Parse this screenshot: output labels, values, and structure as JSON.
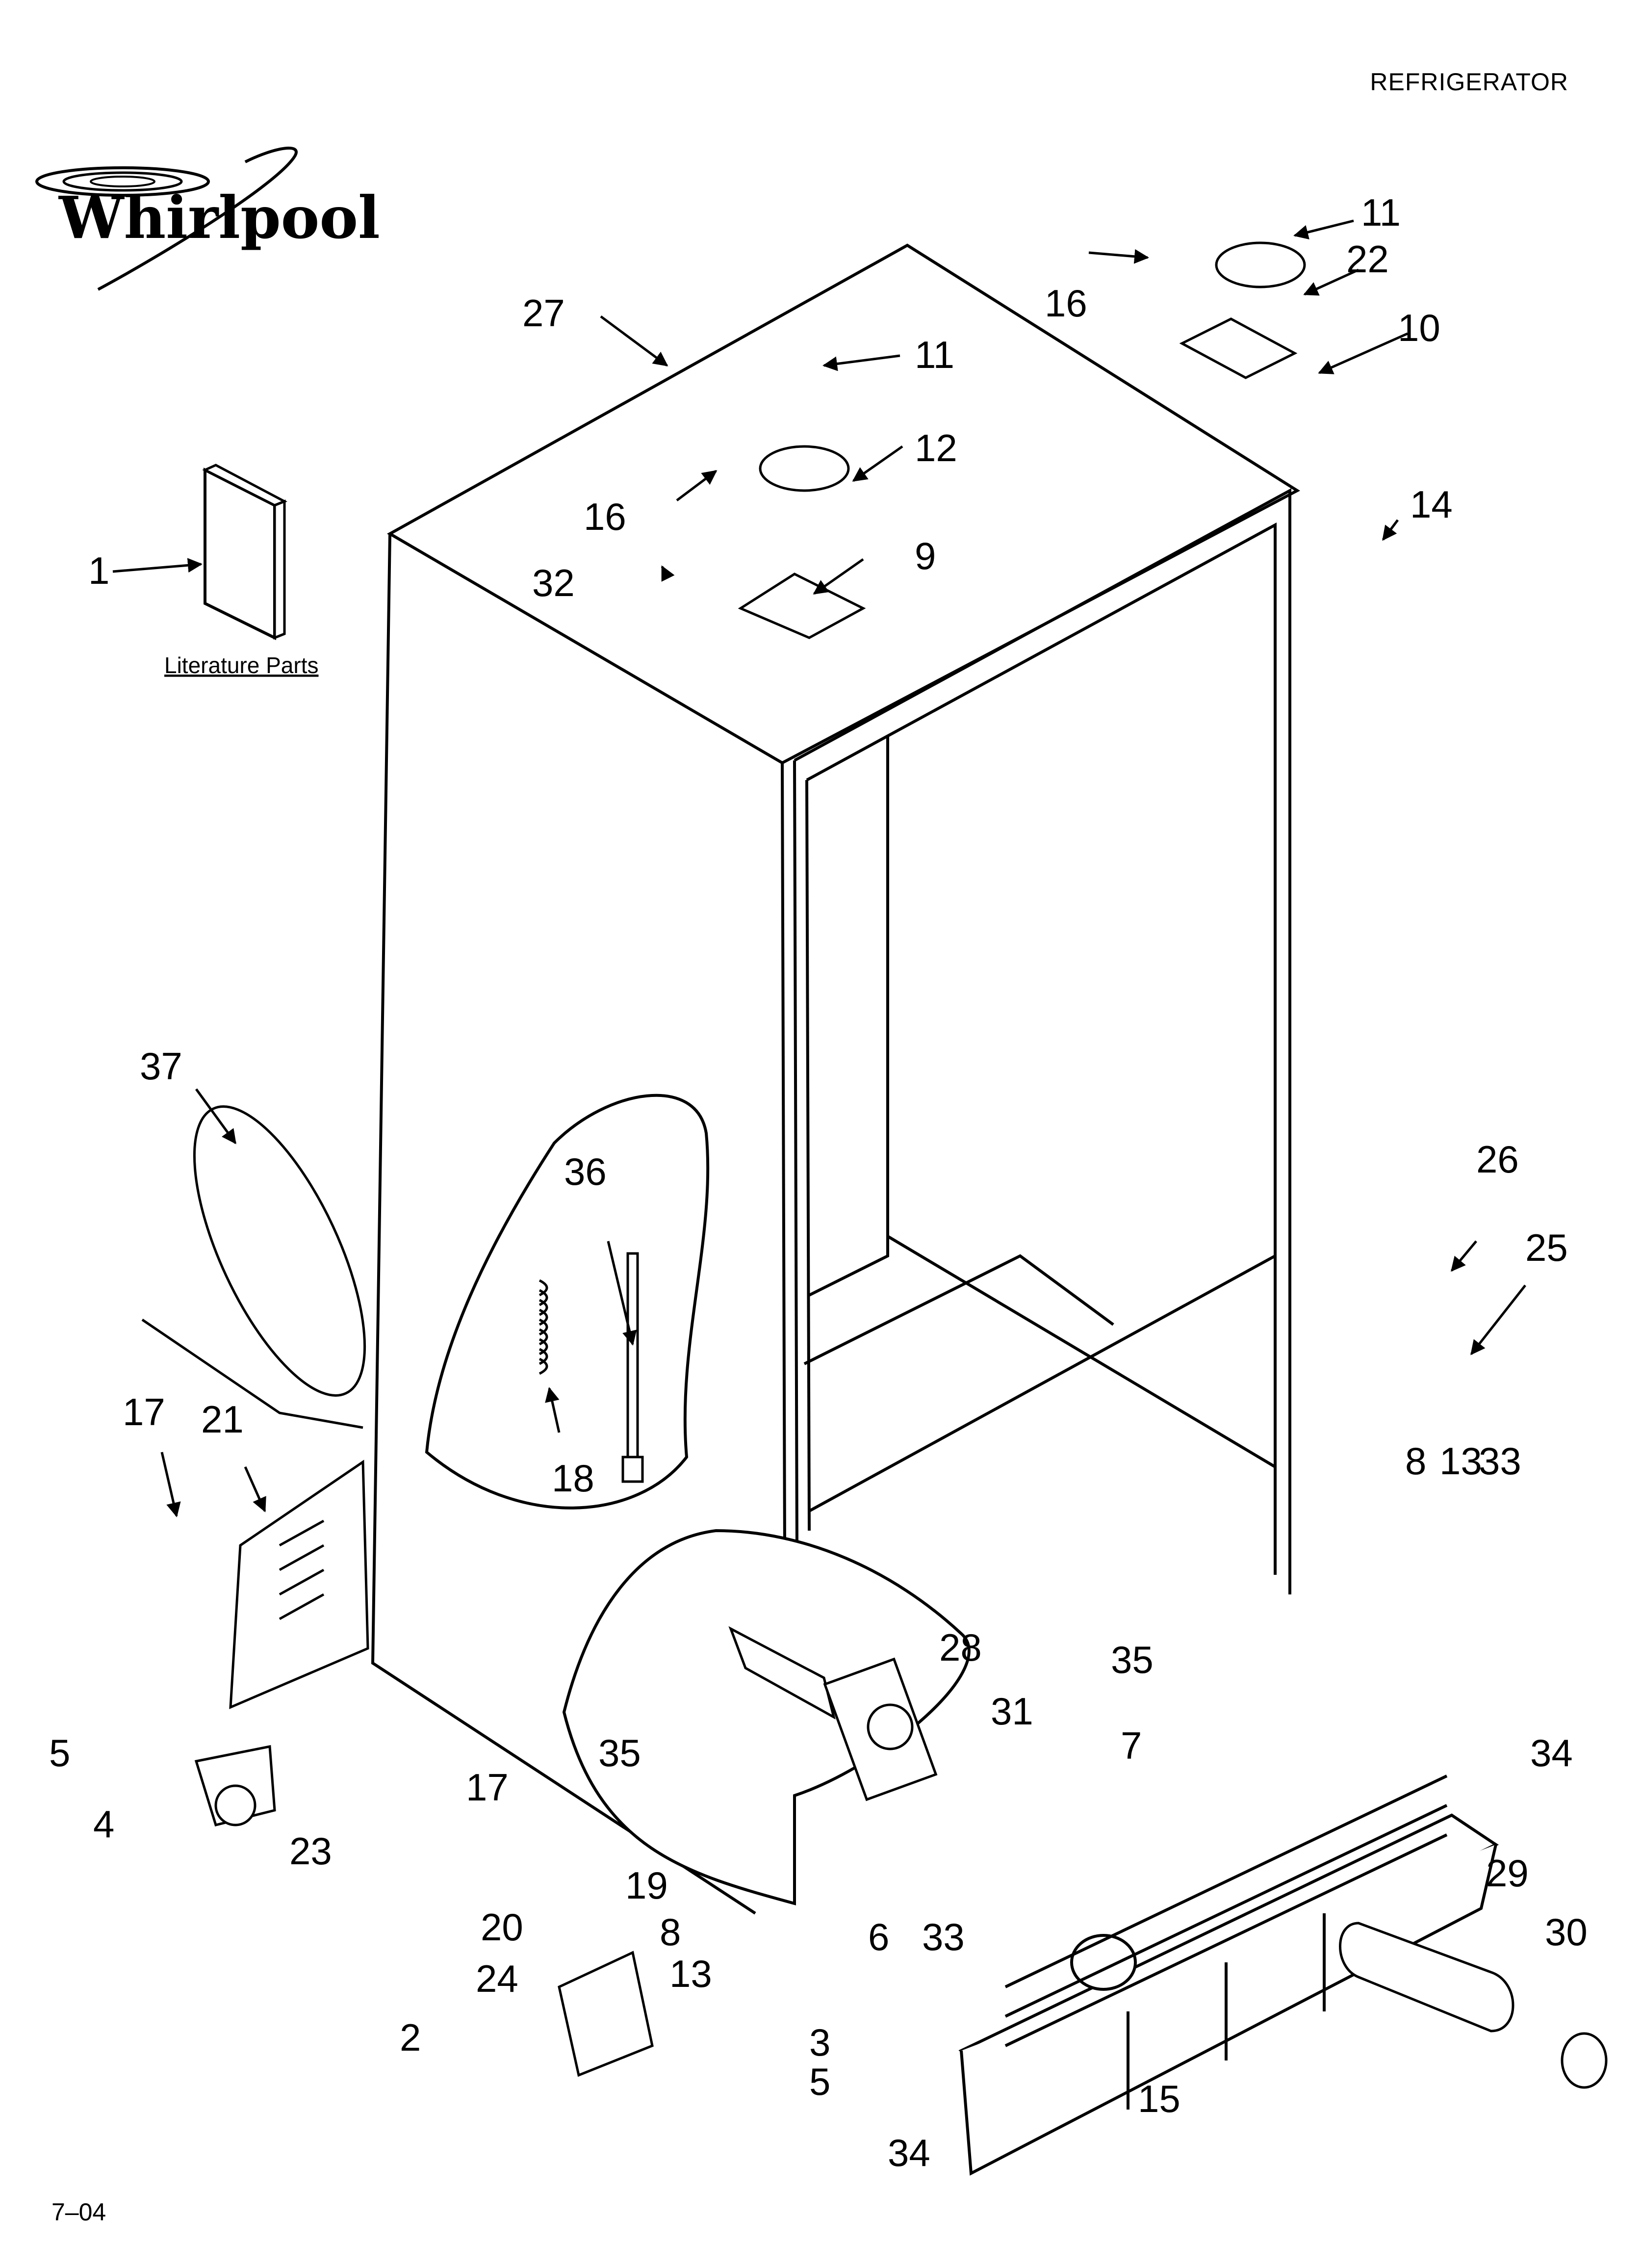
{
  "header": {
    "category": "REFRIGERATOR"
  },
  "brand": {
    "logo_text": "Whirlpool"
  },
  "literature": {
    "label": "Literature Parts"
  },
  "footer": {
    "date_code": "7–04"
  },
  "callouts": [
    "1",
    "2",
    "3",
    "4",
    "5",
    "5",
    "6",
    "7",
    "8",
    "8",
    "9",
    "10",
    "11",
    "11",
    "12",
    "13",
    "13",
    "14",
    "15",
    "16",
    "16",
    "17",
    "17",
    "18",
    "19",
    "20",
    "21",
    "22",
    "23",
    "24",
    "25",
    "26",
    "27",
    "28",
    "29",
    "30",
    "31",
    "32",
    "33",
    "33",
    "34",
    "34",
    "35",
    "35",
    "36",
    "37"
  ]
}
